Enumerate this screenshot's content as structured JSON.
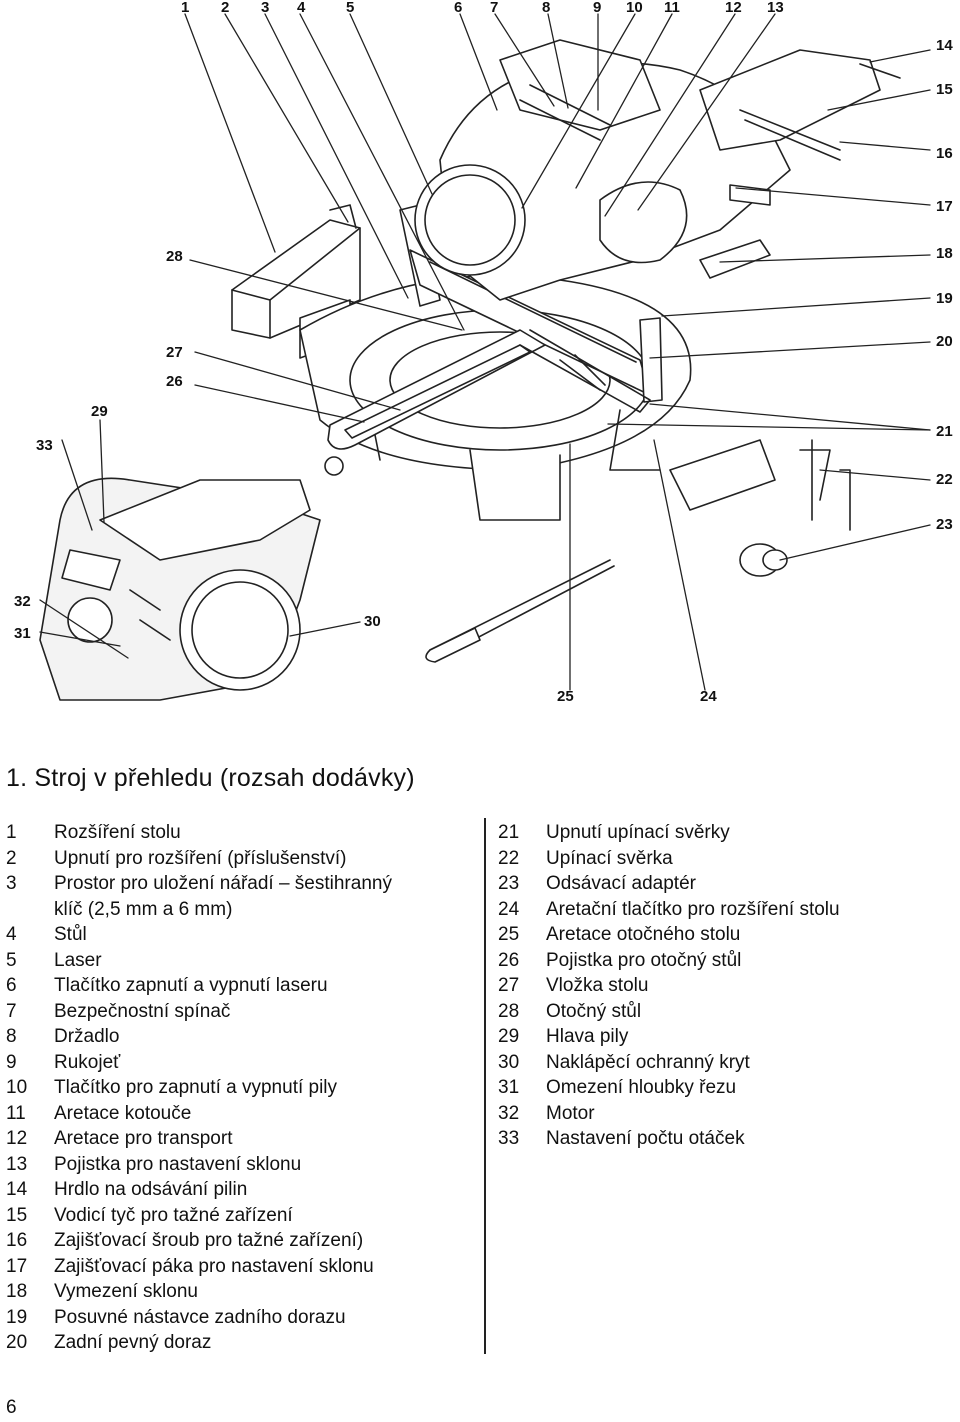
{
  "title": "1. Stroj v přehledu (rozsah dodávky)",
  "page_number": "6",
  "callouts": [
    "1",
    "2",
    "3",
    "4",
    "5",
    "6",
    "7",
    "8",
    "9",
    "10",
    "11",
    "12",
    "13",
    "14",
    "15",
    "16",
    "17",
    "18",
    "19",
    "20",
    "21",
    "22",
    "23",
    "24",
    "25",
    "26",
    "27",
    "28",
    "29",
    "30",
    "31",
    "32",
    "33"
  ],
  "legend_left": [
    {
      "num": "1",
      "text": "Rozšíření stolu"
    },
    {
      "num": "2",
      "text": "Upnutí pro rozšíření (příslušenství)"
    },
    {
      "num": "3",
      "text": "Prostor pro uložení nářadí – šestihranný",
      "cont": "klíč (2,5 mm a 6 mm)"
    },
    {
      "num": "4",
      "text": "Stůl"
    },
    {
      "num": "5",
      "text": "Laser"
    },
    {
      "num": "6",
      "text": "Tlačítko zapnutí a vypnutí laseru"
    },
    {
      "num": "7",
      "text": "Bezpečnostní spínač"
    },
    {
      "num": "8",
      "text": "Držadlo"
    },
    {
      "num": "9",
      "text": "Rukojeť"
    },
    {
      "num": "10",
      "text": "Tlačítko pro zapnutí a vypnutí pily"
    },
    {
      "num": "11",
      "text": "Aretace kotouče"
    },
    {
      "num": "12",
      "text": "Aretace pro transport"
    },
    {
      "num": "13",
      "text": "Pojistka pro nastavení sklonu"
    },
    {
      "num": "14",
      "text": "Hrdlo na odsávání pilin"
    },
    {
      "num": "15",
      "text": "Vodicí tyč pro tažné zařízení"
    },
    {
      "num": "16",
      "text": "Zajišťovací šroub pro tažné zařízení)"
    },
    {
      "num": "17",
      "text": "Zajišťovací páka pro nastavení sklonu"
    },
    {
      "num": "18",
      "text": "Vymezení sklonu"
    },
    {
      "num": "19",
      "text": "Posuvné nástavce zadního dorazu"
    },
    {
      "num": "20",
      "text": "Zadní pevný doraz"
    }
  ],
  "legend_right": [
    {
      "num": "21",
      "text": "Upnutí upínací svěrky"
    },
    {
      "num": "22",
      "text": "Upínací svěrka"
    },
    {
      "num": "23",
      "text": "Odsávací adaptér"
    },
    {
      "num": "24",
      "text": "Aretační tlačítko pro rozšíření stolu"
    },
    {
      "num": "25",
      "text": "Aretace otočného stolu"
    },
    {
      "num": "26",
      "text": "Pojistka pro otočný stůl"
    },
    {
      "num": "27",
      "text": "Vložka stolu"
    },
    {
      "num": "28",
      "text": "Otočný stůl"
    },
    {
      "num": "29",
      "text": "Hlava pily"
    },
    {
      "num": "30",
      "text": "Naklápěcí ochranný kryt"
    },
    {
      "num": "31",
      "text": "Omezení hloubky řezu"
    },
    {
      "num": "32",
      "text": "Motor"
    },
    {
      "num": "33",
      "text": "Nastavení počtu otáček"
    }
  ],
  "colors": {
    "ink": "#111111",
    "line": "#222222",
    "paper": "#ffffff",
    "shade": "#d9d9d9"
  }
}
